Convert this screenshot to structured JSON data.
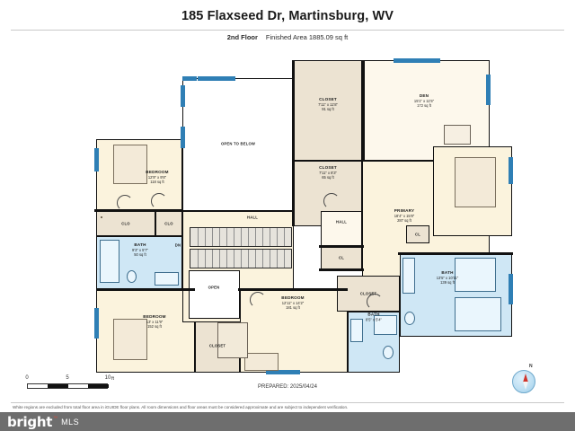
{
  "header": {
    "title": "185 Flaxseed Dr, Martinsburg, WV",
    "floor_label": "2nd Floor",
    "area_label": "Finished Area 1885.09 sq ft"
  },
  "footer": {
    "prepared": "PREPARED: 2025/04/24",
    "disclaimer": "White regions are excluded from total floor area in iGUIDE floor plans. All room dimensions and floor areas must be considered approximate and are subject to independent verification.",
    "scale": {
      "ticks": [
        "0",
        "5",
        "10"
      ],
      "unit": "ft"
    },
    "compass_label": "N",
    "brand": {
      "name": "bright",
      "tm": "™",
      "suffix": "MLS"
    }
  },
  "rooms": [
    {
      "id": "closet-top",
      "name": "CLOSET",
      "dims": "7'11\" x 11'8\"",
      "area": "91 sq ft"
    },
    {
      "id": "den",
      "name": "DEN",
      "dims": "15'1\" x 11'5\"",
      "area": "172 sq ft"
    },
    {
      "id": "closet-mid",
      "name": "CLOSET",
      "dims": "7'11\" x 8'3\"",
      "area": "65 sq ft"
    },
    {
      "id": "bedroom-nw",
      "name": "BEDROOM",
      "dims": "12'9\" x 9'8\"",
      "area": "118 sq ft"
    },
    {
      "id": "primary",
      "name": "PRIMARY",
      "dims": "18'4\" x 15'8\"",
      "area": "287 sq ft"
    },
    {
      "id": "bath-west",
      "name": "BATH",
      "dims": "9'3\" x 5'7\"",
      "area": "50 sq ft"
    },
    {
      "id": "bath-east",
      "name": "BATH",
      "dims": "13'5\" x 10'11\"",
      "area": "139 sq ft"
    },
    {
      "id": "bath-center",
      "name": "BATH",
      "dims": "8'5\" x 5'4\"",
      "area": ""
    },
    {
      "id": "bedroom-center",
      "name": "BEDROOM",
      "dims": "12'11\" x 14'2\"",
      "area": "181 sq ft"
    },
    {
      "id": "bedroom-sw",
      "name": "BEDROOM",
      "dims": "13' x 11'9\"",
      "area": "152 sq ft"
    }
  ],
  "small_labels": [
    {
      "id": "open-to-below",
      "text": "OPEN TO BELOW"
    },
    {
      "id": "hall-main",
      "text": "HALL"
    },
    {
      "id": "hall-east",
      "text": "HALL"
    },
    {
      "id": "clo-1",
      "text": "CLO"
    },
    {
      "id": "clo-2",
      "text": "CLO"
    },
    {
      "id": "cl-east",
      "text": "CL"
    },
    {
      "id": "closet-east",
      "text": "CLOSET"
    },
    {
      "id": "closet-south",
      "text": "CLOSET"
    },
    {
      "id": "cl-corner",
      "text": "CL"
    },
    {
      "id": "dn",
      "text": "DN"
    },
    {
      "id": "open-stair",
      "text": "OPEN"
    }
  ],
  "colors": {
    "wall": "#111111",
    "window": "#2f7fb5",
    "cream": "#fbf3dd",
    "beige": "#ece3d2",
    "blue": "#cfe7f5",
    "brand_red": "#e04a3a",
    "brand_bar": "#6e6e6e"
  }
}
